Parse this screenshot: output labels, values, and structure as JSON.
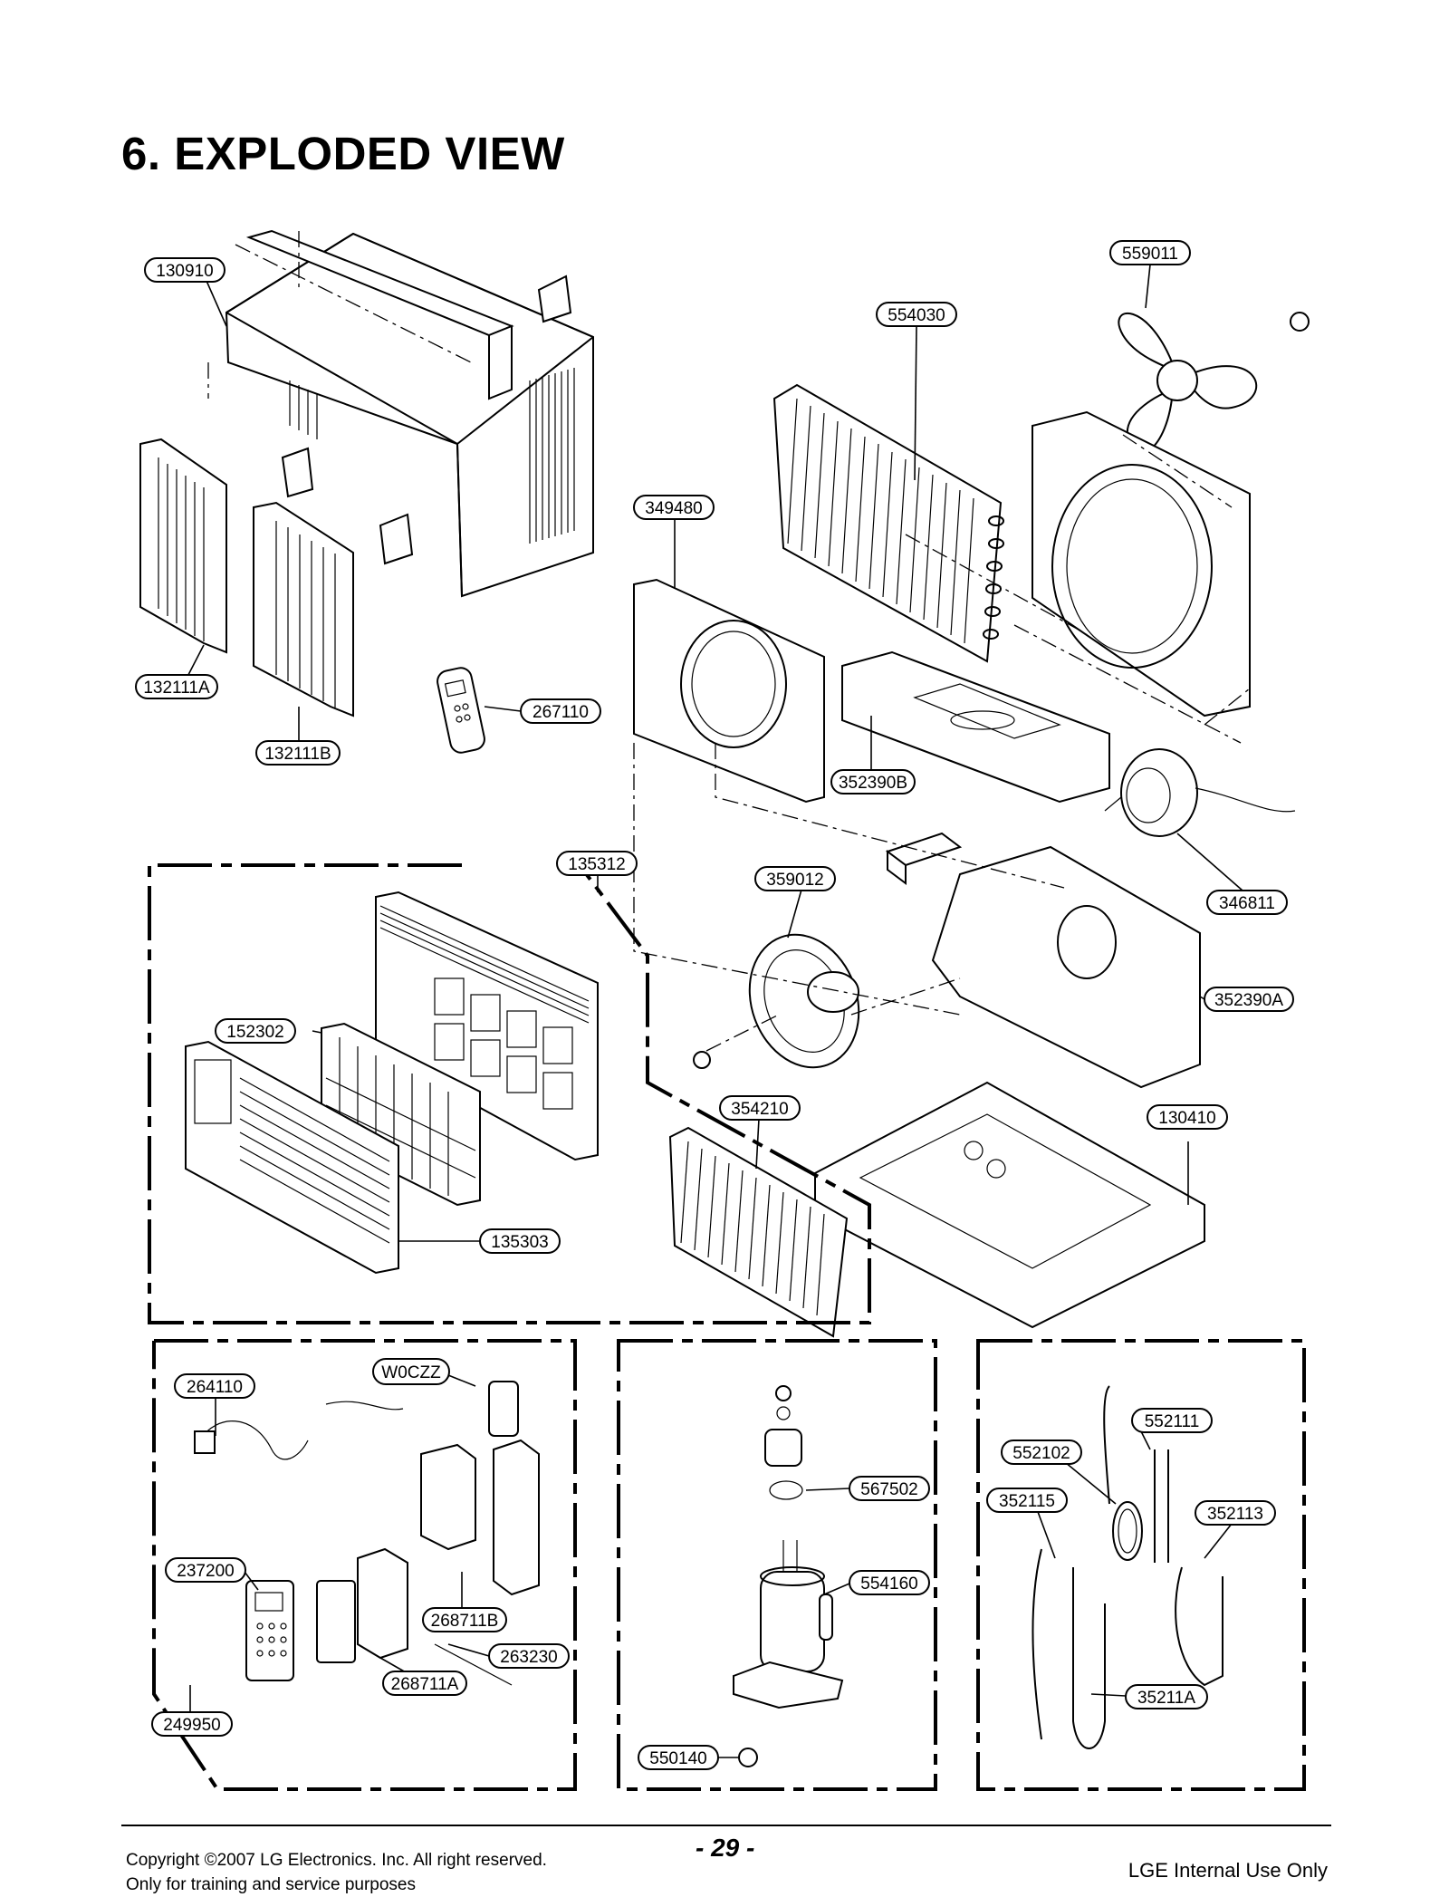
{
  "page": {
    "title": "6. EXPLODED VIEW",
    "page_number": "- 29 -",
    "copyright": "Copyright ©2007 LG Electronics. Inc. All right reserved.",
    "usage_note": "Only for training and service purposes",
    "internal": "LGE Internal Use Only"
  },
  "callouts": {
    "c130910": "130910",
    "c559011": "559011",
    "c554030": "554030",
    "c349480": "349480",
    "c132111A": "132111A",
    "c267110": "267110",
    "c132111B": "132111B",
    "c352390B": "352390B",
    "c135312": "135312",
    "c359012": "359012",
    "c346811": "346811",
    "c352390A": "352390A",
    "c152302": "152302",
    "c354210": "354210",
    "c130410": "130410",
    "c135303": "135303",
    "c264110": "264110",
    "cW0CZZ": "W0CZZ",
    "c237200": "237200",
    "c268711B": "268711B",
    "c263230": "263230",
    "c268711A": "268711A",
    "c249950": "249950",
    "c567502": "567502",
    "c554160": "554160",
    "c550140": "550140",
    "c552111": "552111",
    "c552102": "552102",
    "c352115": "352115",
    "c352113": "352113",
    "c35211A": "35211A"
  }
}
